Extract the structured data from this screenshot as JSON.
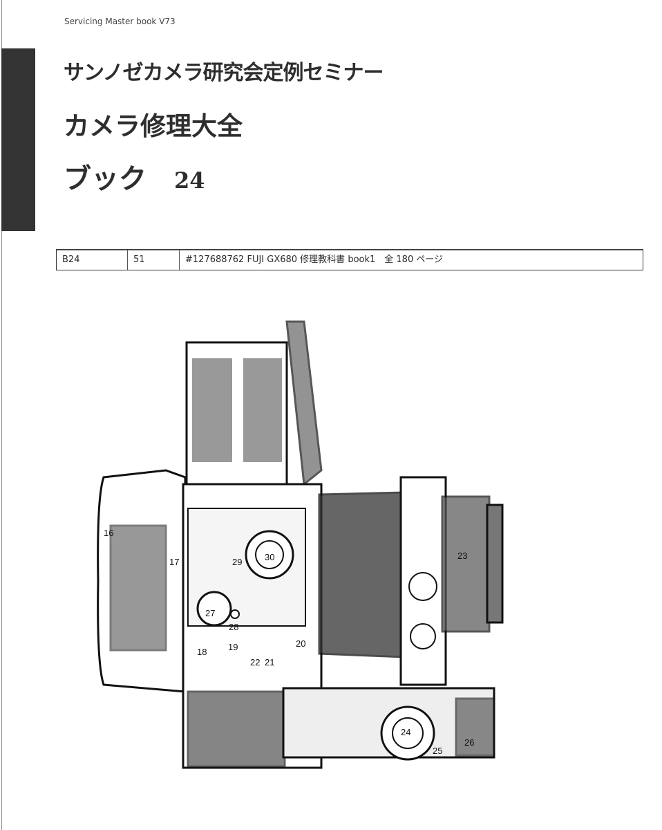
{
  "header": {
    "note": "Servicing Master book  V73"
  },
  "titles": {
    "seminar": "サンノゼカメラ研究会定例セミナー",
    "main": "カメラ修理大全",
    "book": "ブック",
    "book_number": "24"
  },
  "info_row": {
    "code": "B24",
    "number": "51",
    "description": "#127688762 FUJI GX680 修理教科書 book1　全 180 ページ"
  },
  "illustration": {
    "subject": "camera",
    "callouts": [
      "16",
      "17",
      "18",
      "19",
      "20",
      "21",
      "22",
      "23",
      "24",
      "25",
      "26",
      "27",
      "28",
      "29",
      "30"
    ]
  },
  "colors": {
    "sidebar_bar": "#333333",
    "text": "#2b2b2b"
  }
}
